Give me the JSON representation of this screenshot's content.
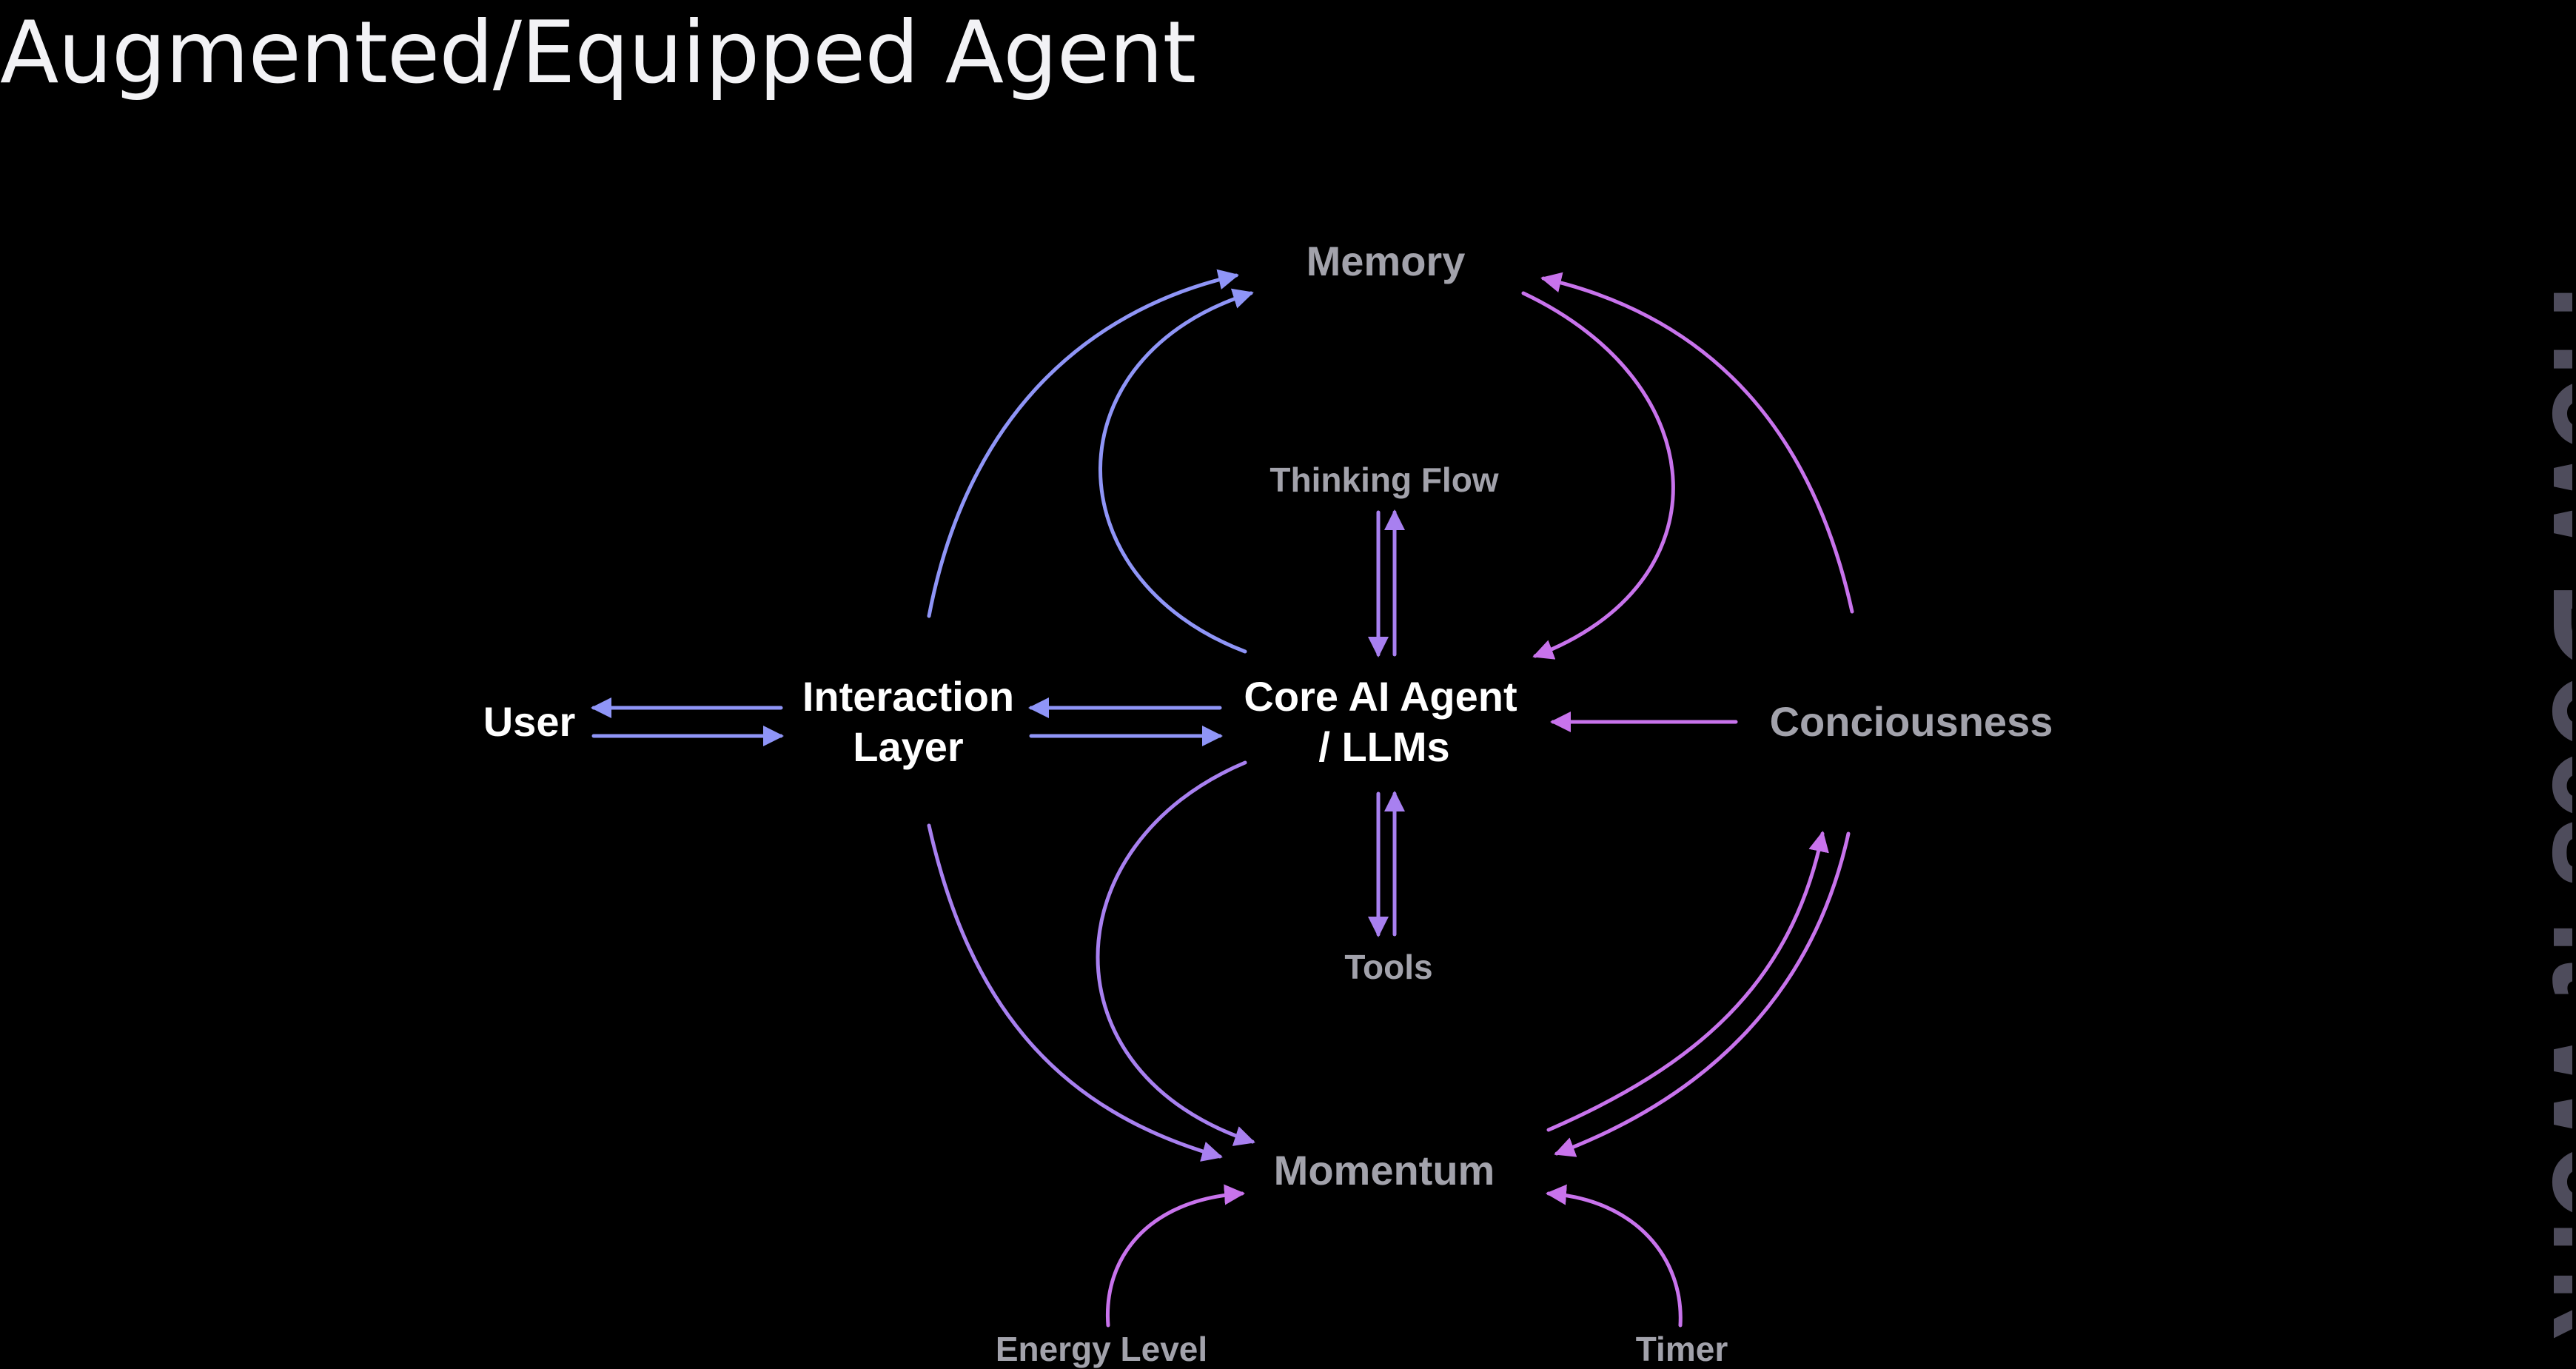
{
  "title": "Augmented/Equipped Agent",
  "side_banner": "How Does it Work",
  "nodes": {
    "memory": "Memory",
    "thinking_flow": "Thinking Flow",
    "user": "User",
    "interaction_layer_line1": "Interaction",
    "interaction_layer_line2": "Layer",
    "core_agent_line1": "Core AI Agent",
    "core_agent_line2": "/ LLMs",
    "consciousness": "Conciousness",
    "tools": "Tools",
    "momentum": "Momentum",
    "energy_level": "Energy Level",
    "timer": "Timer"
  },
  "colors": {
    "background": "#000000",
    "title": "#f2f2f5",
    "primary_label": "#ffffff",
    "secondary_label": "#a2a2ab",
    "banner": "#4e4c5c",
    "arrow_blue": "#8f95f7",
    "arrow_violet": "#a880f0",
    "arrow_purple": "#c873ec"
  }
}
